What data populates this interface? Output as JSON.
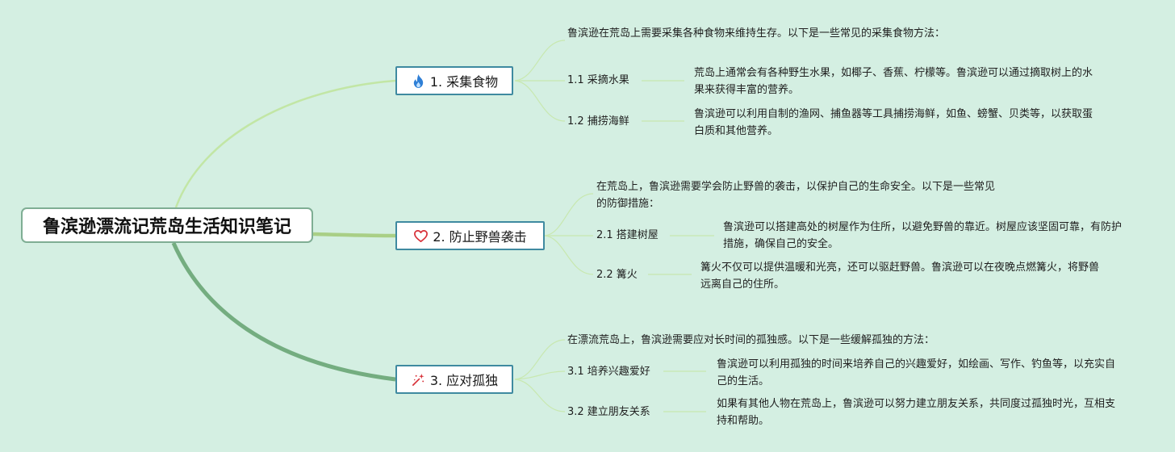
{
  "root": {
    "title": "鲁滨逊漂流记荒岛生活知识笔记"
  },
  "branches": [
    {
      "label": "1. 采集食物",
      "icon": "fire-icon",
      "intro": "鲁滨逊在荒岛上需要采集各种食物来维持生存。以下是一些常见的采集食物方法：",
      "subs": [
        {
          "label": "1.1 采摘水果",
          "detail": "荒岛上通常会有各种野生水果，如椰子、香蕉、柠檬等。鲁滨逊可以通过摘取树上的水果来获得丰富的营养。"
        },
        {
          "label": "1.2 捕捞海鲜",
          "detail": "鲁滨逊可以利用自制的渔网、捕鱼器等工具捕捞海鲜，如鱼、螃蟹、贝类等，以获取蛋白质和其他营养。"
        }
      ]
    },
    {
      "label": "2. 防止野兽袭击",
      "icon": "heart-icon",
      "intro": "在荒岛上，鲁滨逊需要学会防止野兽的袭击，以保护自己的生命安全。以下是一些常见的防御措施：",
      "subs": [
        {
          "label": "2.1 搭建树屋",
          "detail": "鲁滨逊可以搭建高处的树屋作为住所，以避免野兽的靠近。树屋应该坚固可靠，有防护措施，确保自己的安全。"
        },
        {
          "label": "2.2 篝火",
          "detail": "篝火不仅可以提供温暖和光亮，还可以驱赶野兽。鲁滨逊可以在夜晚点燃篝火，将野兽远离自己的住所。"
        }
      ]
    },
    {
      "label": "3. 应对孤独",
      "icon": "sparkle-wand-icon",
      "intro": "在漂流荒岛上，鲁滨逊需要应对长时间的孤独感。以下是一些缓解孤独的方法：",
      "subs": [
        {
          "label": "3.1 培养兴趣爱好",
          "detail": "鲁滨逊可以利用孤独的时间来培养自己的兴趣爱好，如绘画、写作、钓鱼等，以充实自己的生活。"
        },
        {
          "label": "3.2 建立朋友关系",
          "detail": "如果有其他人物在荒岛上，鲁滨逊可以努力建立朋友关系，共同度过孤独时光，互相支持和帮助。"
        }
      ]
    }
  ],
  "colors": {
    "background": "#d4efe2",
    "branch1_line": "#c2e6a5",
    "branch2_line": "#a9cf86",
    "branch3_line": "#74ad80",
    "node_border": "#3f8aa0",
    "fire_icon": "#2f7fd6",
    "heart_icon": "#d8323a",
    "wand_icon": "#d8323a"
  }
}
